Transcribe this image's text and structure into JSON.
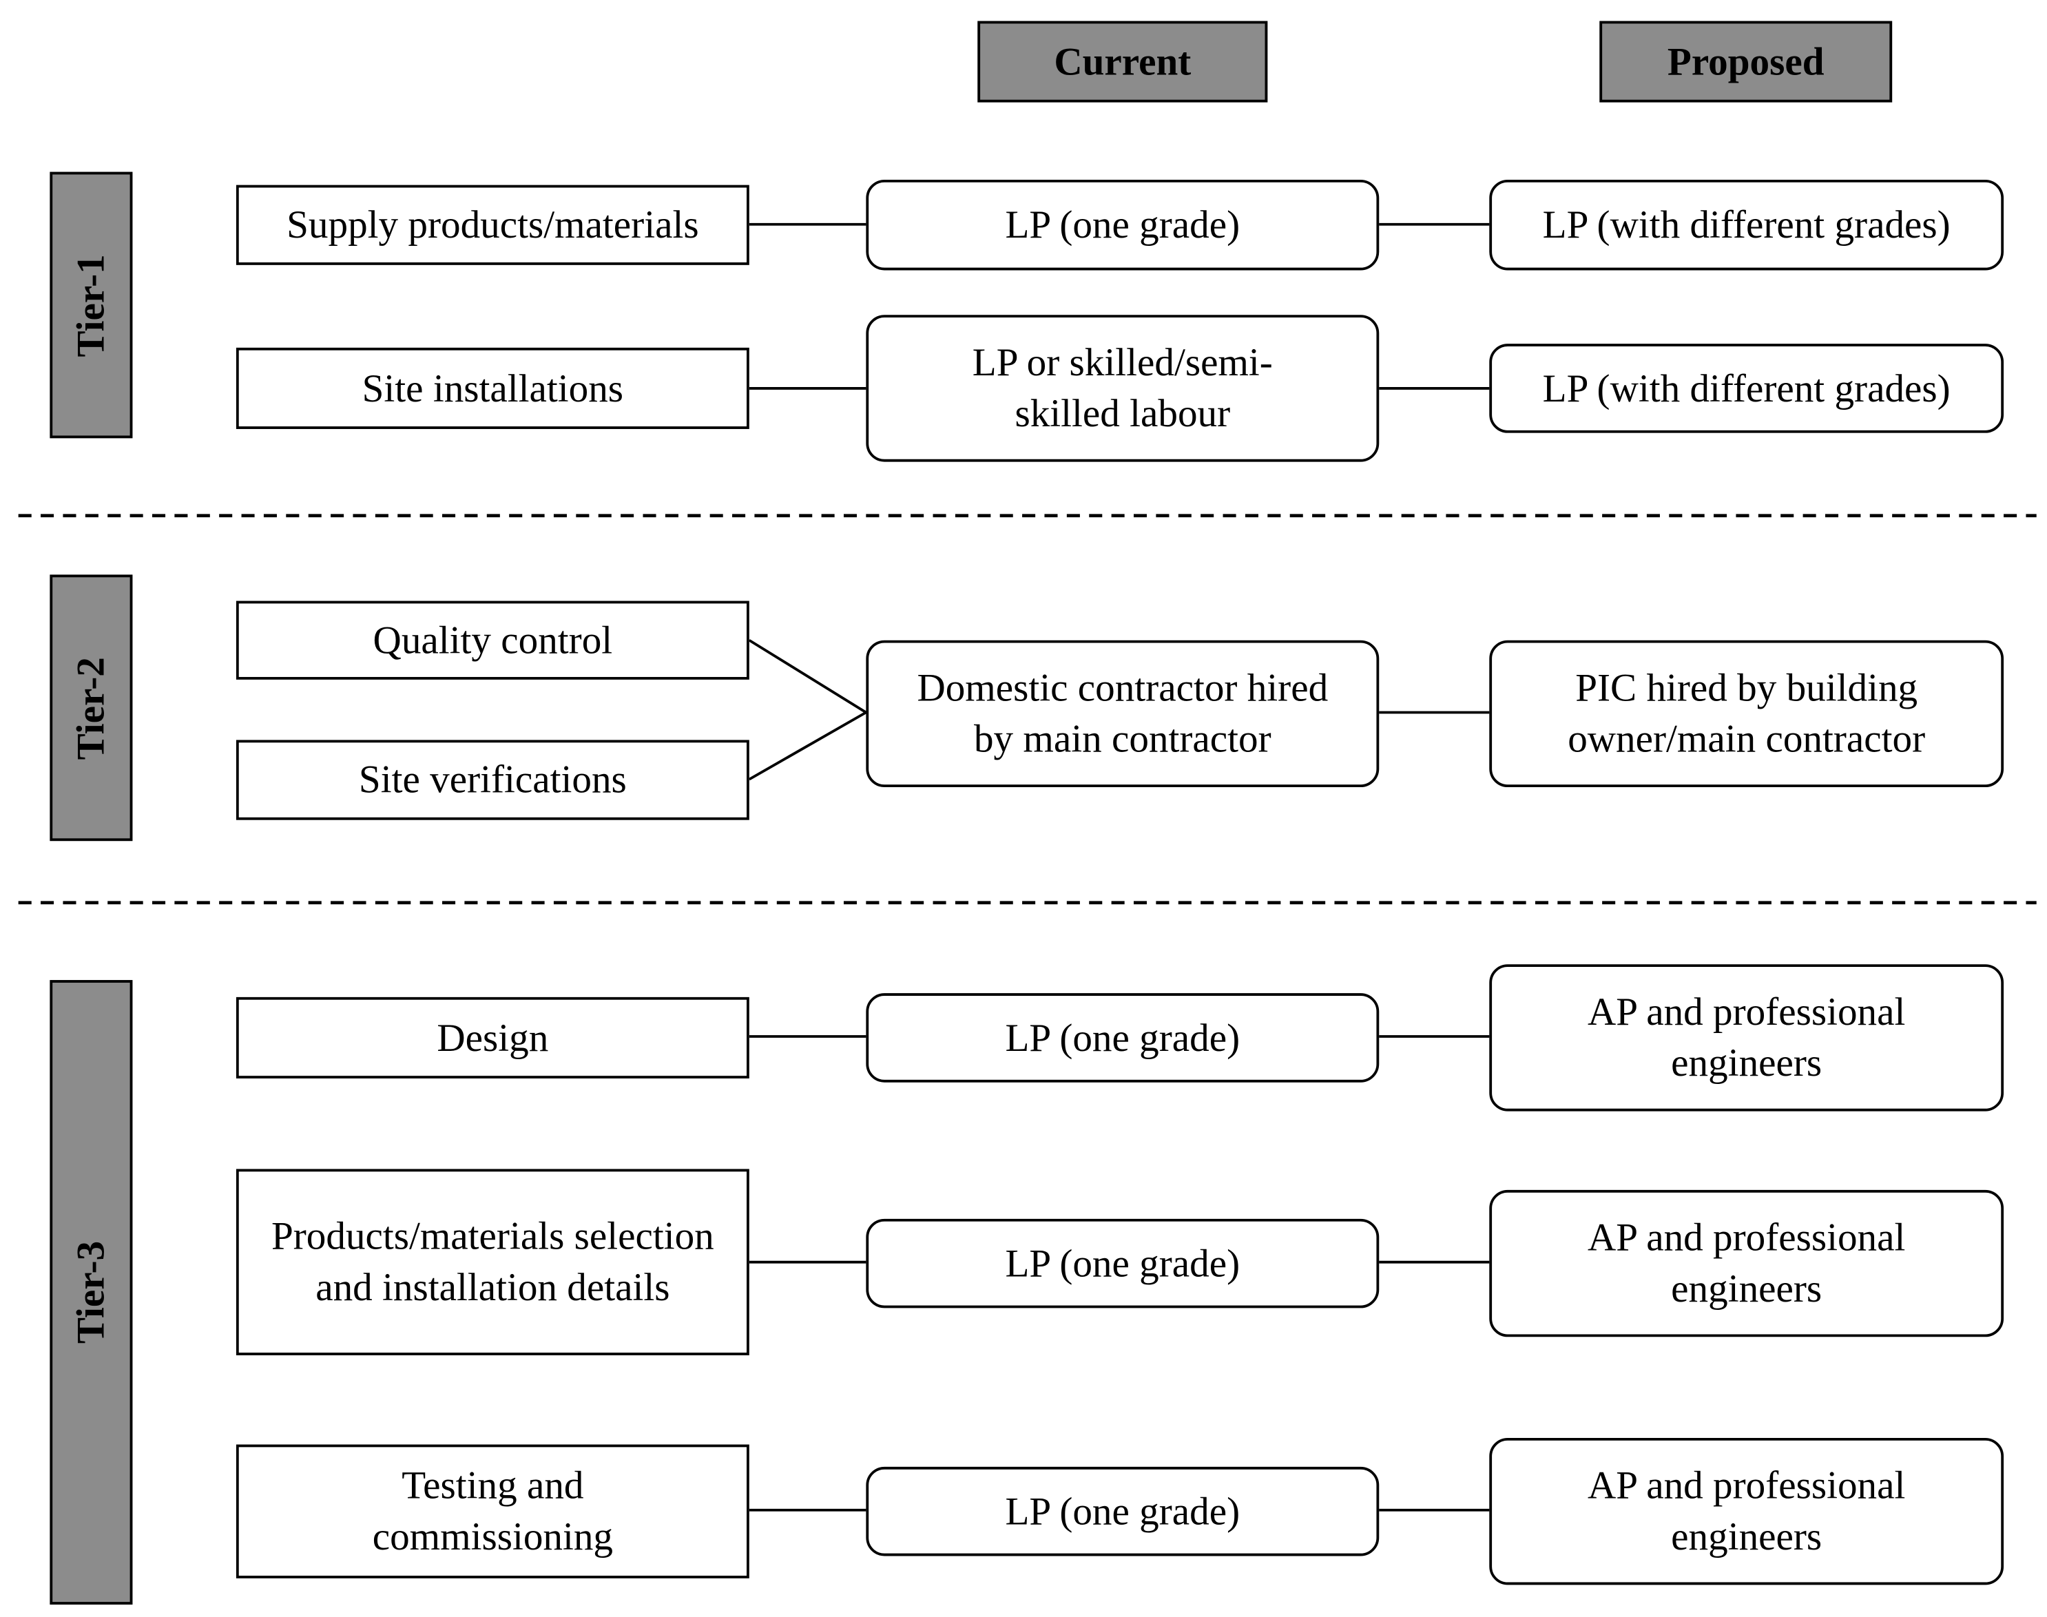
{
  "headers": {
    "current": "Current",
    "proposed": "Proposed"
  },
  "tiers": [
    "Tier-1",
    "Tier-2",
    "Tier-3"
  ],
  "rows": {
    "supply": {
      "activity": "Supply products/materials",
      "current": "LP (one grade)",
      "proposed": "LP (with different grades)"
    },
    "site_installations": {
      "activity": "Site installations",
      "current": "LP or skilled/semi-skilled labour",
      "proposed": "LP (with different grades)"
    },
    "quality": {
      "activity_1": "Quality control",
      "activity_2": "Site verifications",
      "current": "Domestic contractor hired by main contractor",
      "proposed": "PIC hired by building owner/main contractor"
    },
    "design": {
      "activity": "Design",
      "current": "LP (one grade)",
      "proposed": "AP and professional engineers"
    },
    "products": {
      "activity": "Products/materials selection and installation details",
      "current": "LP (one grade)",
      "proposed": "AP and professional engineers"
    },
    "testing": {
      "activity": "Testing and commissioning",
      "current": "LP (one grade)",
      "proposed": "AP and professional engineers"
    }
  }
}
